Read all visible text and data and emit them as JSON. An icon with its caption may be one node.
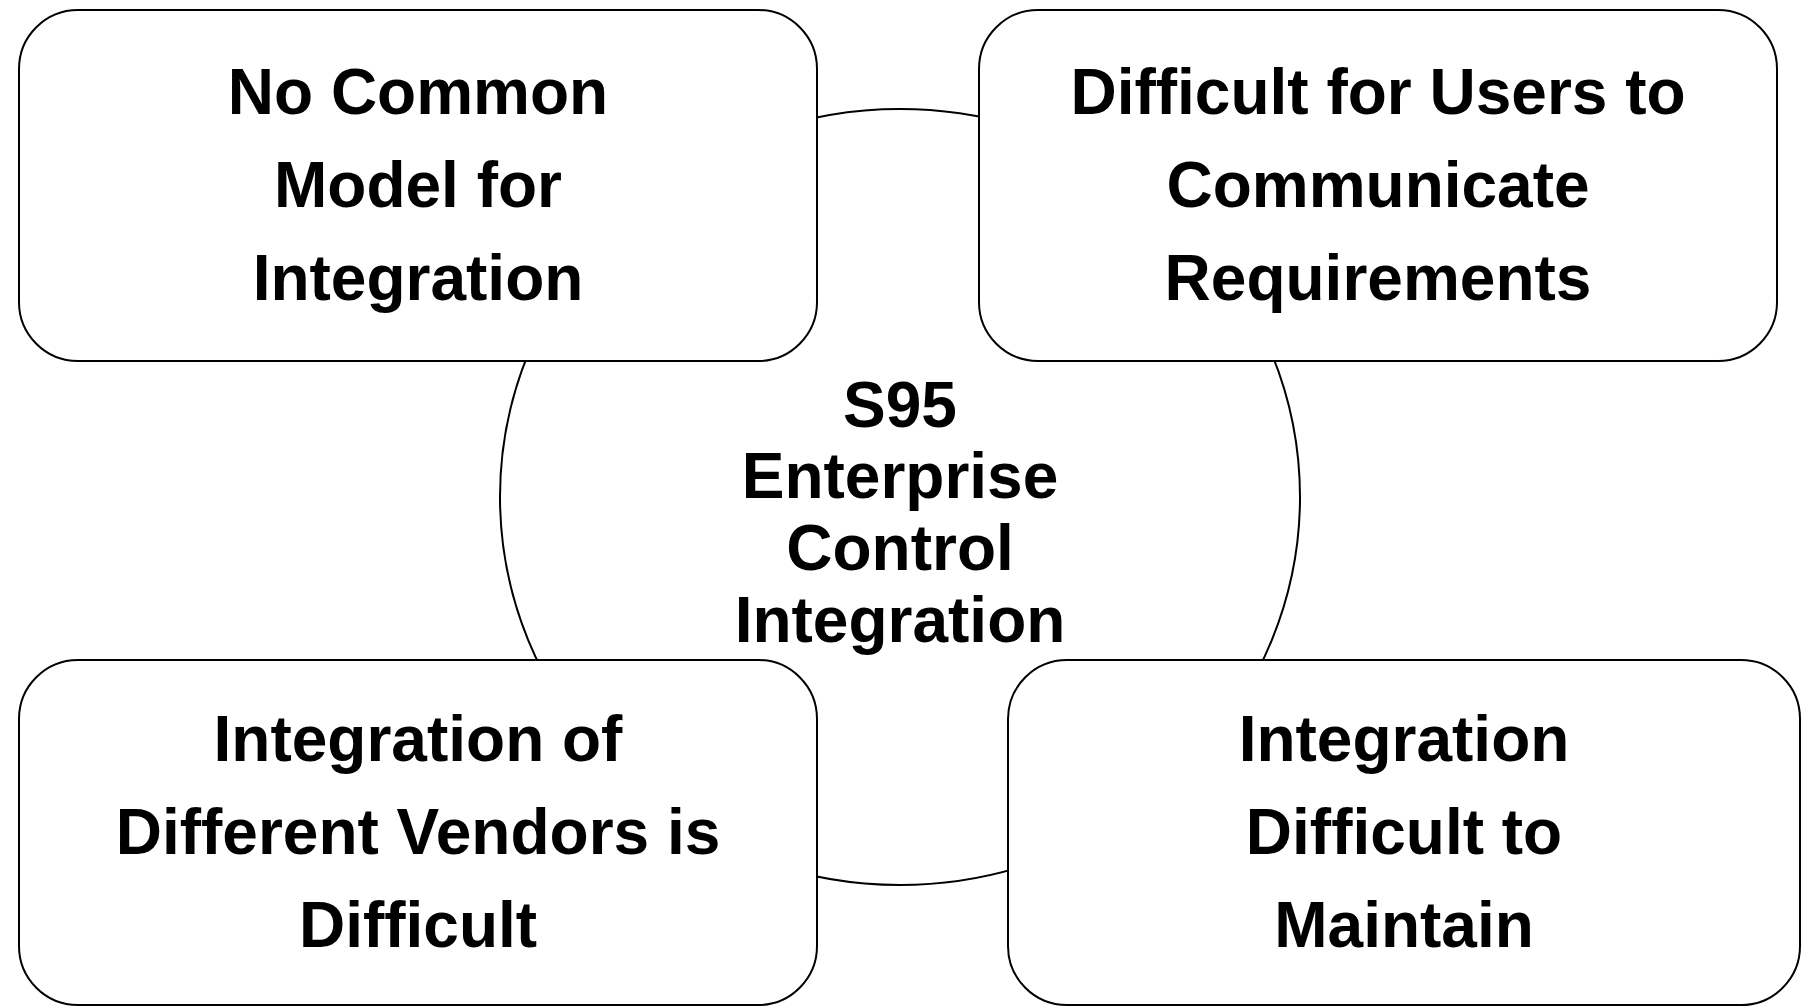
{
  "diagram": {
    "nodes": [
      {
        "text": [
          "S95 Enterprise Control Integration"
        ]
      },
      {
        "text": [
          "No Common Model for Integration"
        ]
      },
      {
        "text": [
          "Difficult for Users to Communicate Requirements"
        ]
      },
      {
        "text": [
          "Integration of Different Vendors is Difficult"
        ]
      },
      {
        "text": [
          "Integration Difficult to Maintain"
        ]
      }
    ]
  }
}
